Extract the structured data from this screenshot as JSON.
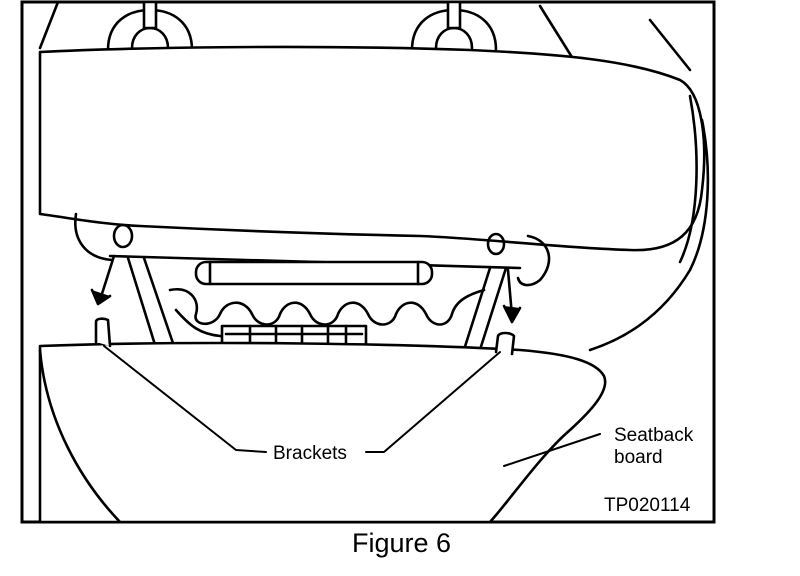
{
  "labels": {
    "brackets": "Brackets",
    "seatback_line1": "Seatback",
    "seatback_line2": "board",
    "figure_code": "TP020114"
  },
  "caption": "Figure 6",
  "colors": {
    "ink": "#000000",
    "paper": "#ffffff"
  }
}
